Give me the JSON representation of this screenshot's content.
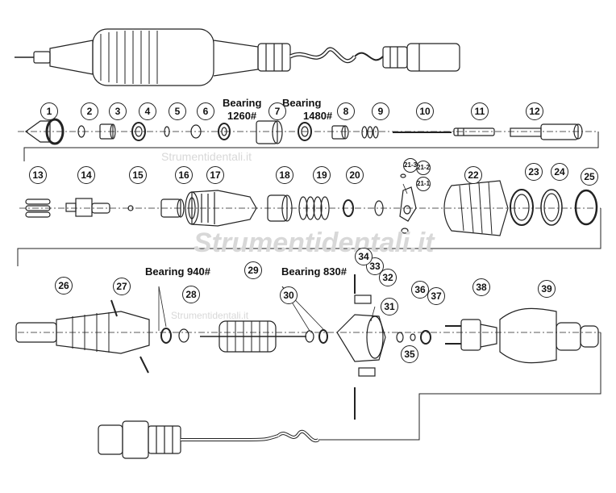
{
  "diagram": {
    "watermarks": [
      "Strumentidentali.it",
      "Strumentidentali.it",
      "Strumentidentali.it"
    ],
    "bearing_labels": {
      "b1": "Bearing",
      "b1_num": "1260#",
      "b2": "Bearing",
      "b2_num": "1480#",
      "b3": "Bearing 940#",
      "b4": "Bearing 830#"
    },
    "parts": [
      "1",
      "2",
      "3",
      "4",
      "5",
      "6",
      "7",
      "8",
      "9",
      "10",
      "11",
      "12",
      "13",
      "14",
      "15",
      "16",
      "17",
      "18",
      "19",
      "20",
      "21-1",
      "21-2",
      "21-3",
      "22",
      "23",
      "24",
      "25",
      "26",
      "27",
      "28",
      "29",
      "30",
      "31",
      "32",
      "33",
      "34",
      "35",
      "36",
      "37",
      "38",
      "39"
    ]
  }
}
